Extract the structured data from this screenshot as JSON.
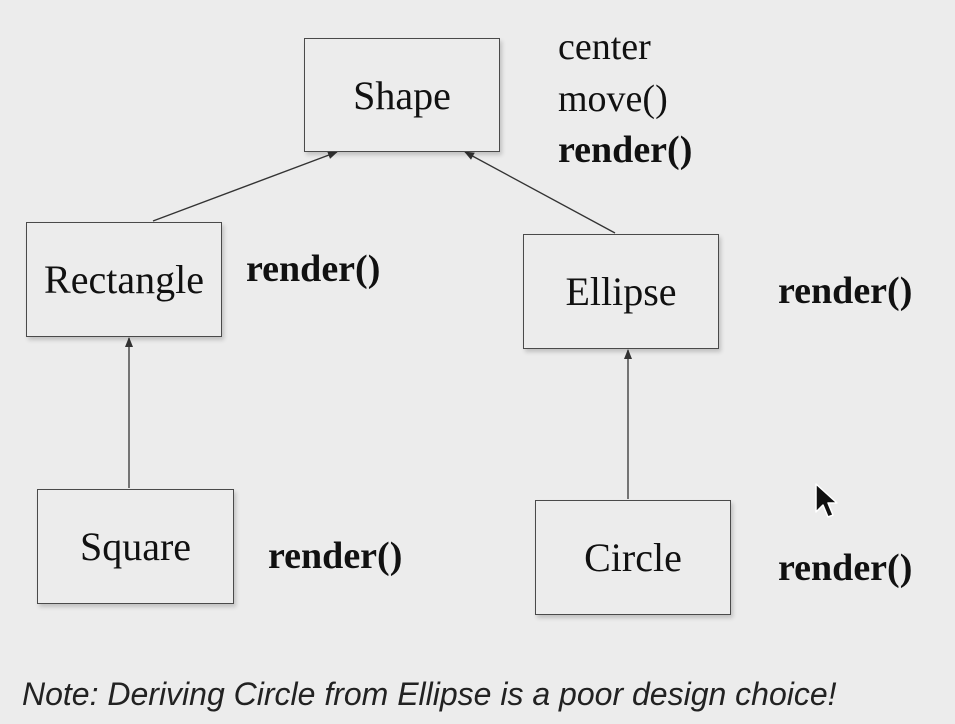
{
  "classes": {
    "shape": {
      "name": "Shape",
      "members": [
        "center",
        "move()",
        "render()"
      ]
    },
    "rectangle": {
      "name": "Rectangle",
      "method": "render()"
    },
    "ellipse": {
      "name": "Ellipse",
      "method": "render()"
    },
    "square": {
      "name": "Square",
      "method": "render()"
    },
    "circle": {
      "name": "Circle",
      "method": "render()"
    }
  },
  "note": "Note: Deriving Circle from Ellipse is a poor design choice!"
}
